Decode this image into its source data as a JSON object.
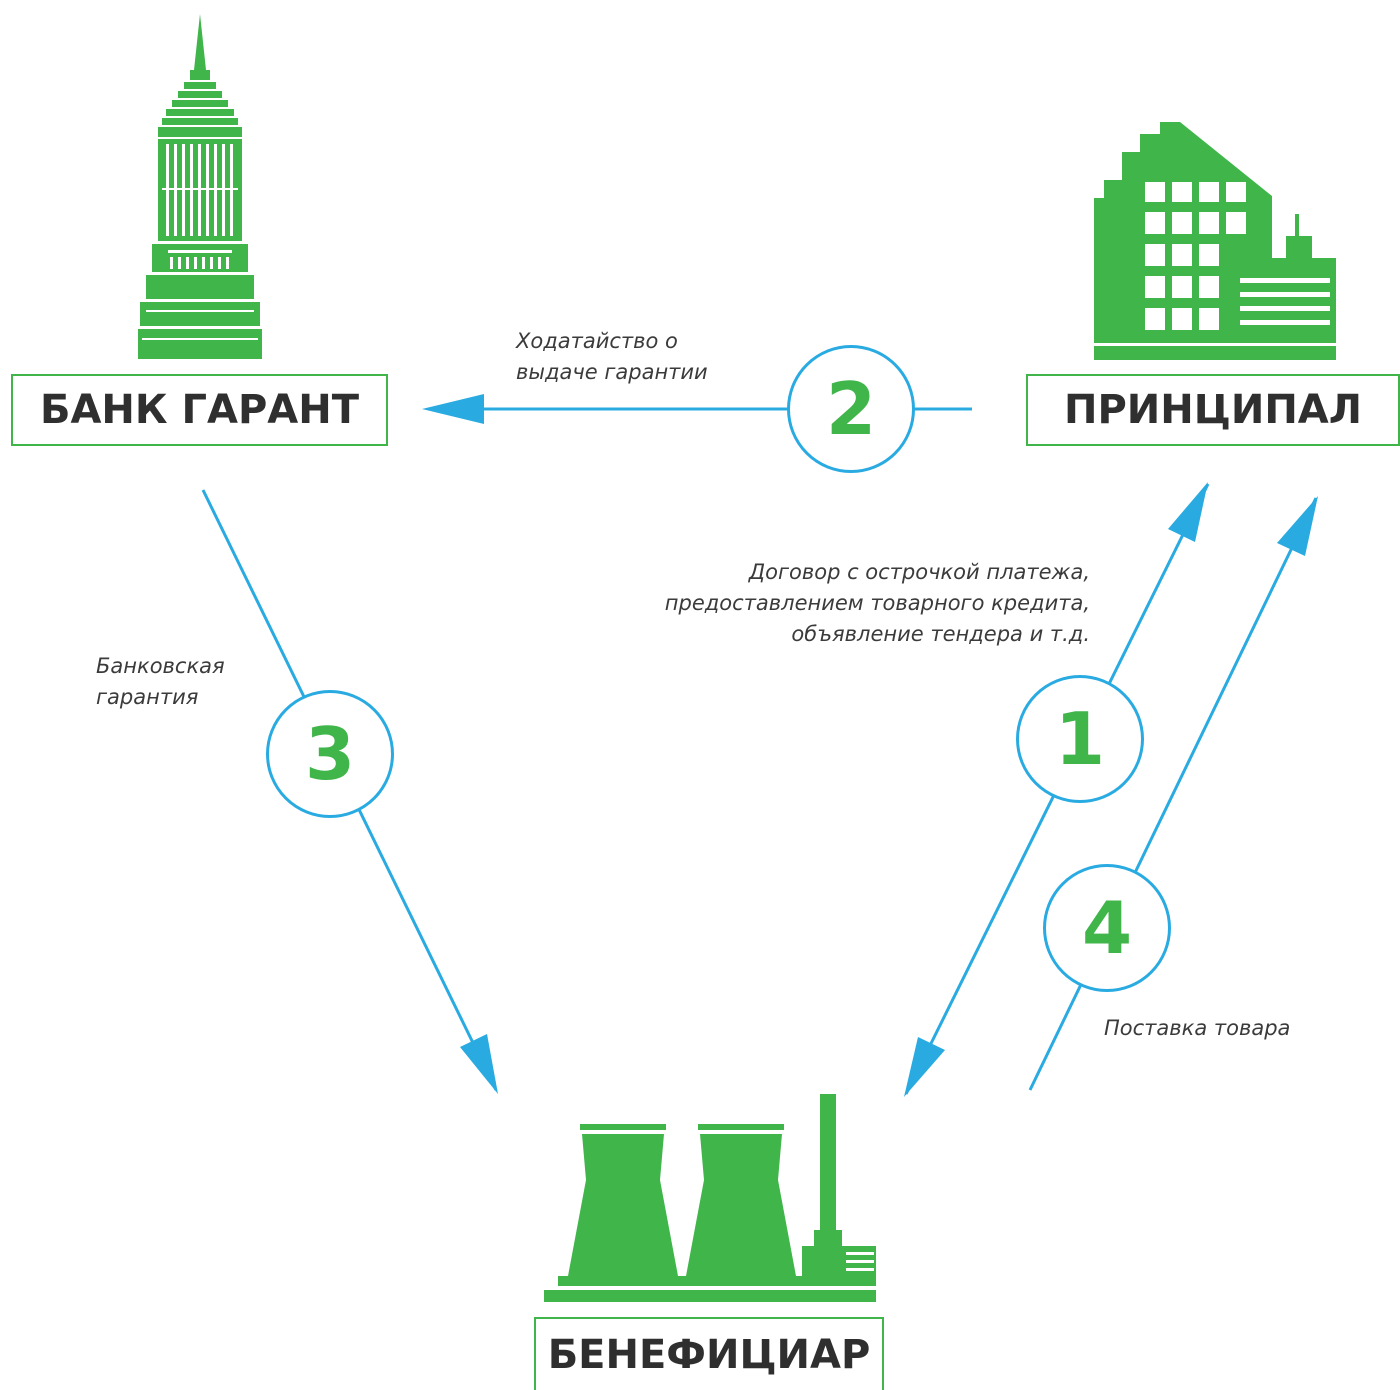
{
  "nodes": {
    "bank": {
      "label": "БАНК ГАРАНТ"
    },
    "principal": {
      "label": "ПРИНЦИПАЛ"
    },
    "beneficiary": {
      "label": "БЕНЕФИЦИАР"
    }
  },
  "steps": {
    "s1": {
      "number": "1",
      "note": [
        "Договор с острочкой платежа,",
        "предоставлением товарного кредита,",
        "объявление тендера и т.д."
      ]
    },
    "s2": {
      "number": "2",
      "note": [
        "Ходатайство о",
        "выдаче гарантии"
      ]
    },
    "s3": {
      "number": "3",
      "note": [
        "Банковская",
        "гарантия"
      ]
    },
    "s4": {
      "number": "4",
      "note": [
        "Поставка товара"
      ]
    }
  },
  "colors": {
    "green": "#3fb54a",
    "blue": "#29abe2",
    "text": "#2f2f2f"
  },
  "icons": {
    "bank": "skyscraper-icon",
    "principal": "office-building-icon",
    "beneficiary": "power-plant-icon"
  }
}
